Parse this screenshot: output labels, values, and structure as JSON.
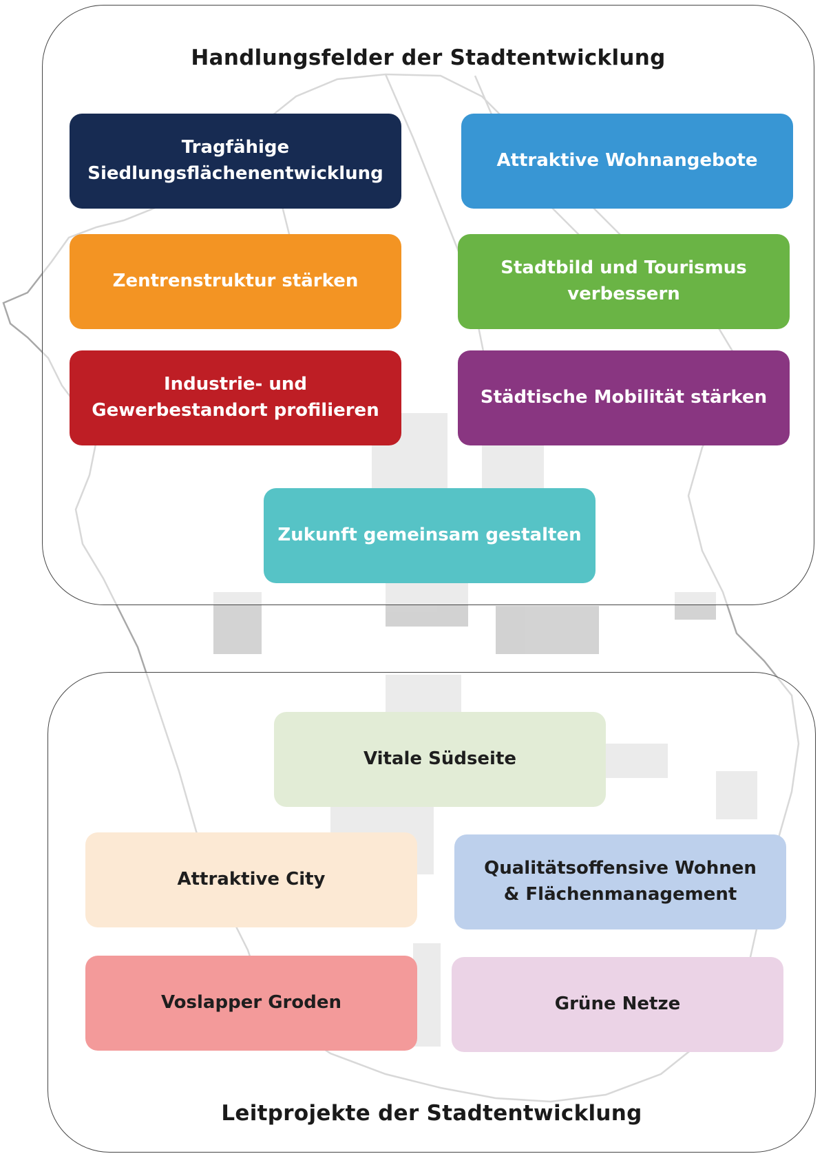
{
  "handlungsfelder": {
    "title": "Handlungsfelder der Stadtentwicklung",
    "items": [
      {
        "label": "Tragfähige\nSiedlungsflächenentwicklung",
        "color": "#172b52"
      },
      {
        "label": "Attraktive Wohnangebote",
        "color": "#3896d4"
      },
      {
        "label": "Zentrenstruktur stärken",
        "color": "#f39423"
      },
      {
        "label": "Stadtbild und Tourismus\nverbessern",
        "color": "#6ab445"
      },
      {
        "label": "Industrie- und\nGewerbestandort profilieren",
        "color": "#be1e25"
      },
      {
        "label": "Städtische Mobilität stärken",
        "color": "#893681"
      },
      {
        "label": "Zukunft gemeinsam gestalten",
        "color": "#56c3c6"
      }
    ]
  },
  "leitprojekte": {
    "title": "Leitprojekte der Stadtentwicklung",
    "items": [
      {
        "label": "Vitale Südseite",
        "color": "#e2ecd6"
      },
      {
        "label": "Attraktive City",
        "color": "#fce9d4"
      },
      {
        "label": "Qualitätsoffensive Wohnen\n& Flächenmanagement",
        "color": "#bdd0ec"
      },
      {
        "label": "Voslapper Groden",
        "color": "#f39a9a"
      },
      {
        "label": "Grüne Netze",
        "color": "#ebd3e6"
      }
    ]
  }
}
